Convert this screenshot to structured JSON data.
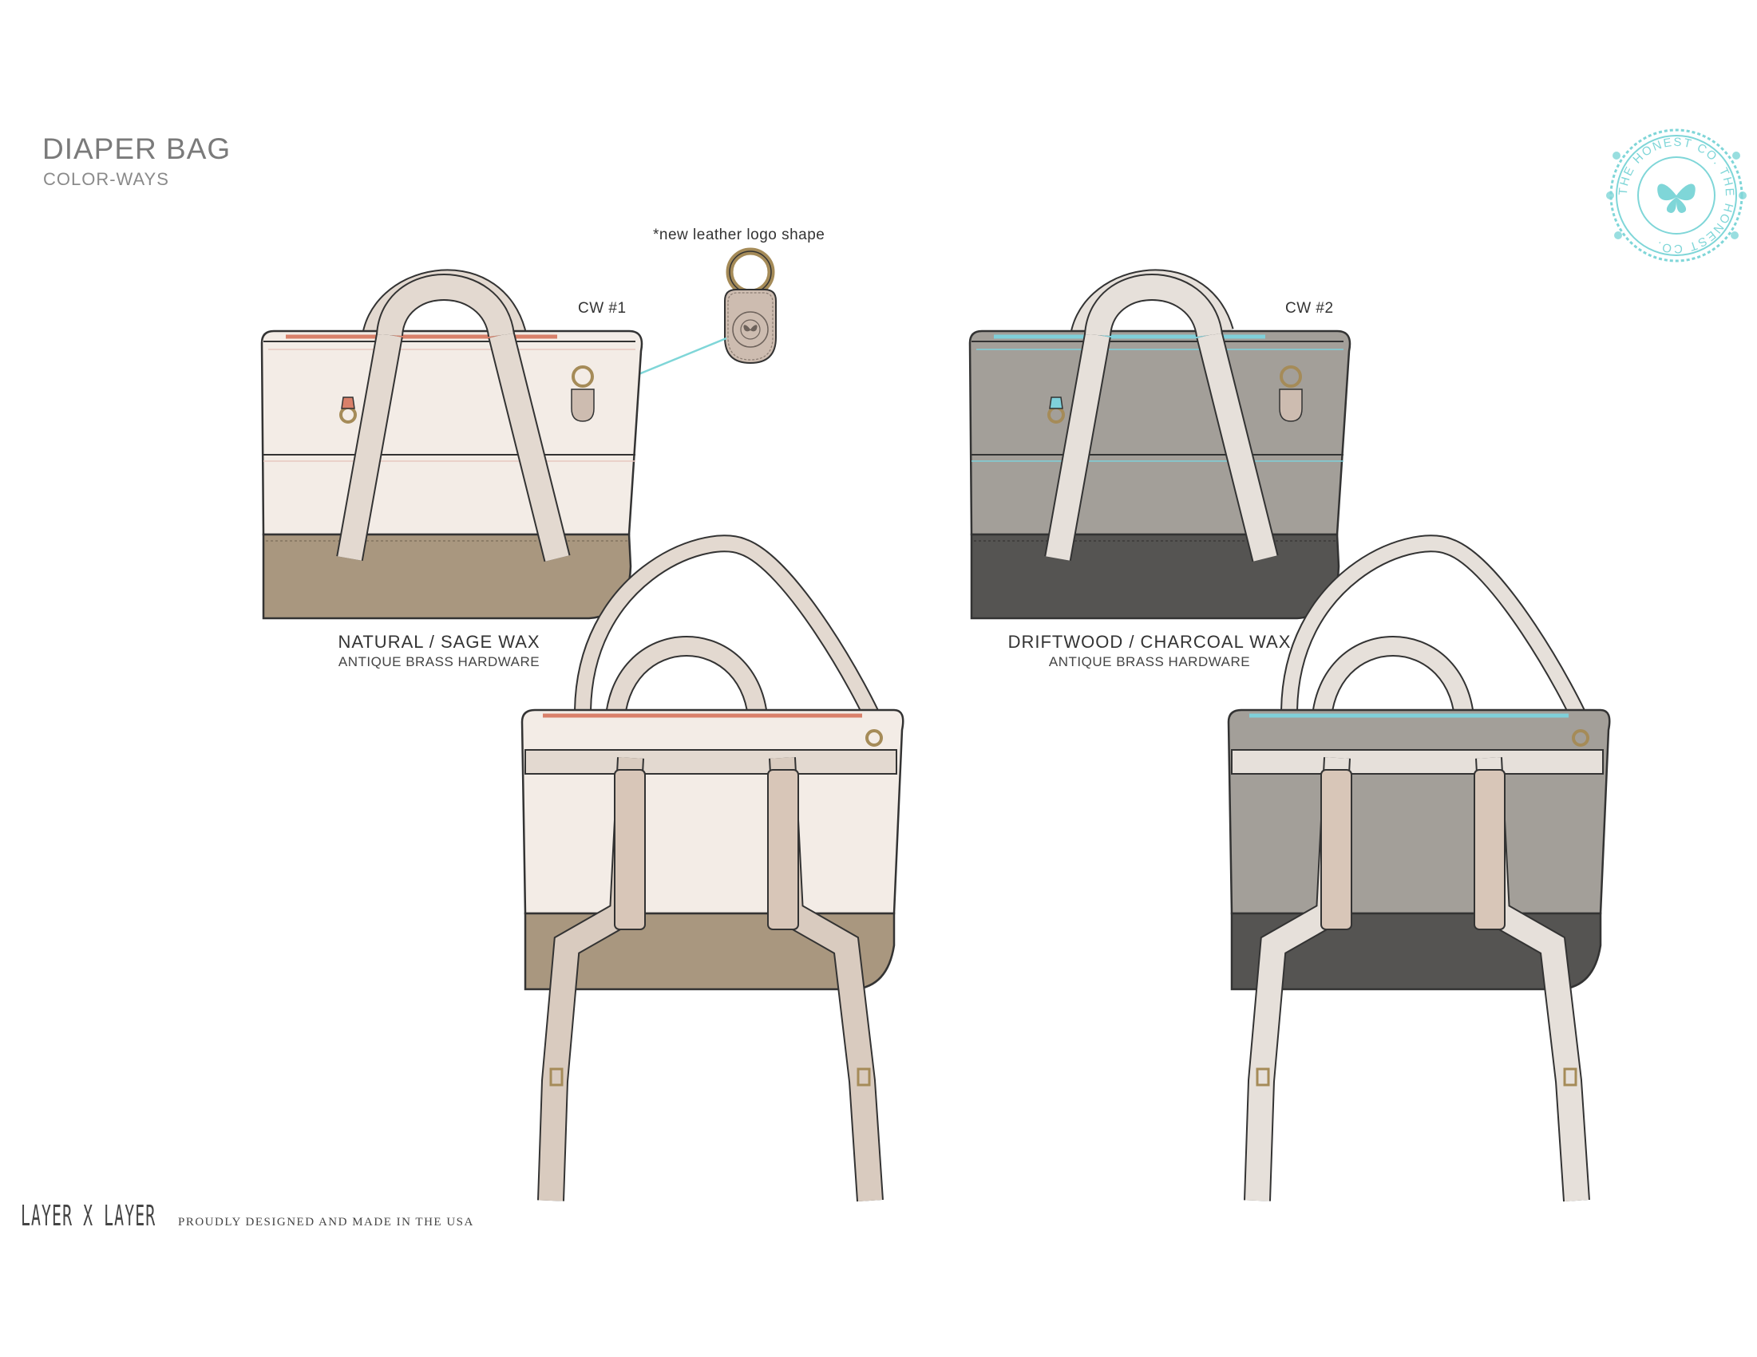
{
  "header": {
    "title": "DIAPER BAG",
    "subtitle": "COLOR-WAYS"
  },
  "logo_callout": {
    "note": "*new leather logo shape"
  },
  "brand_stamp": {
    "text": "THE HONEST CO. THE HONEST CO.",
    "color": "#7fd6d8",
    "icon": "butterfly-icon"
  },
  "colorways": [
    {
      "tag": "CW #1",
      "name": "NATURAL / SAGE WAX",
      "hardware": "ANTIQUE BRASS HARDWARE",
      "body_color": "#f3ece6",
      "bottom_color": "#a9977f",
      "accent_color": "#d9806a",
      "strap_color": "#e3d9d0"
    },
    {
      "tag": "CW #2",
      "name": "DRIFTWOOD / CHARCOAL WAX",
      "hardware": "ANTIQUE BRASS HARDWARE",
      "body_color": "#a39f99",
      "bottom_color": "#555452",
      "accent_color": "#7fd0da",
      "strap_color": "#e6e0da"
    }
  ],
  "footer": {
    "brand": "LAYER X LAYER",
    "tagline": "PROUDLY DESIGNED AND MADE IN THE USA"
  }
}
